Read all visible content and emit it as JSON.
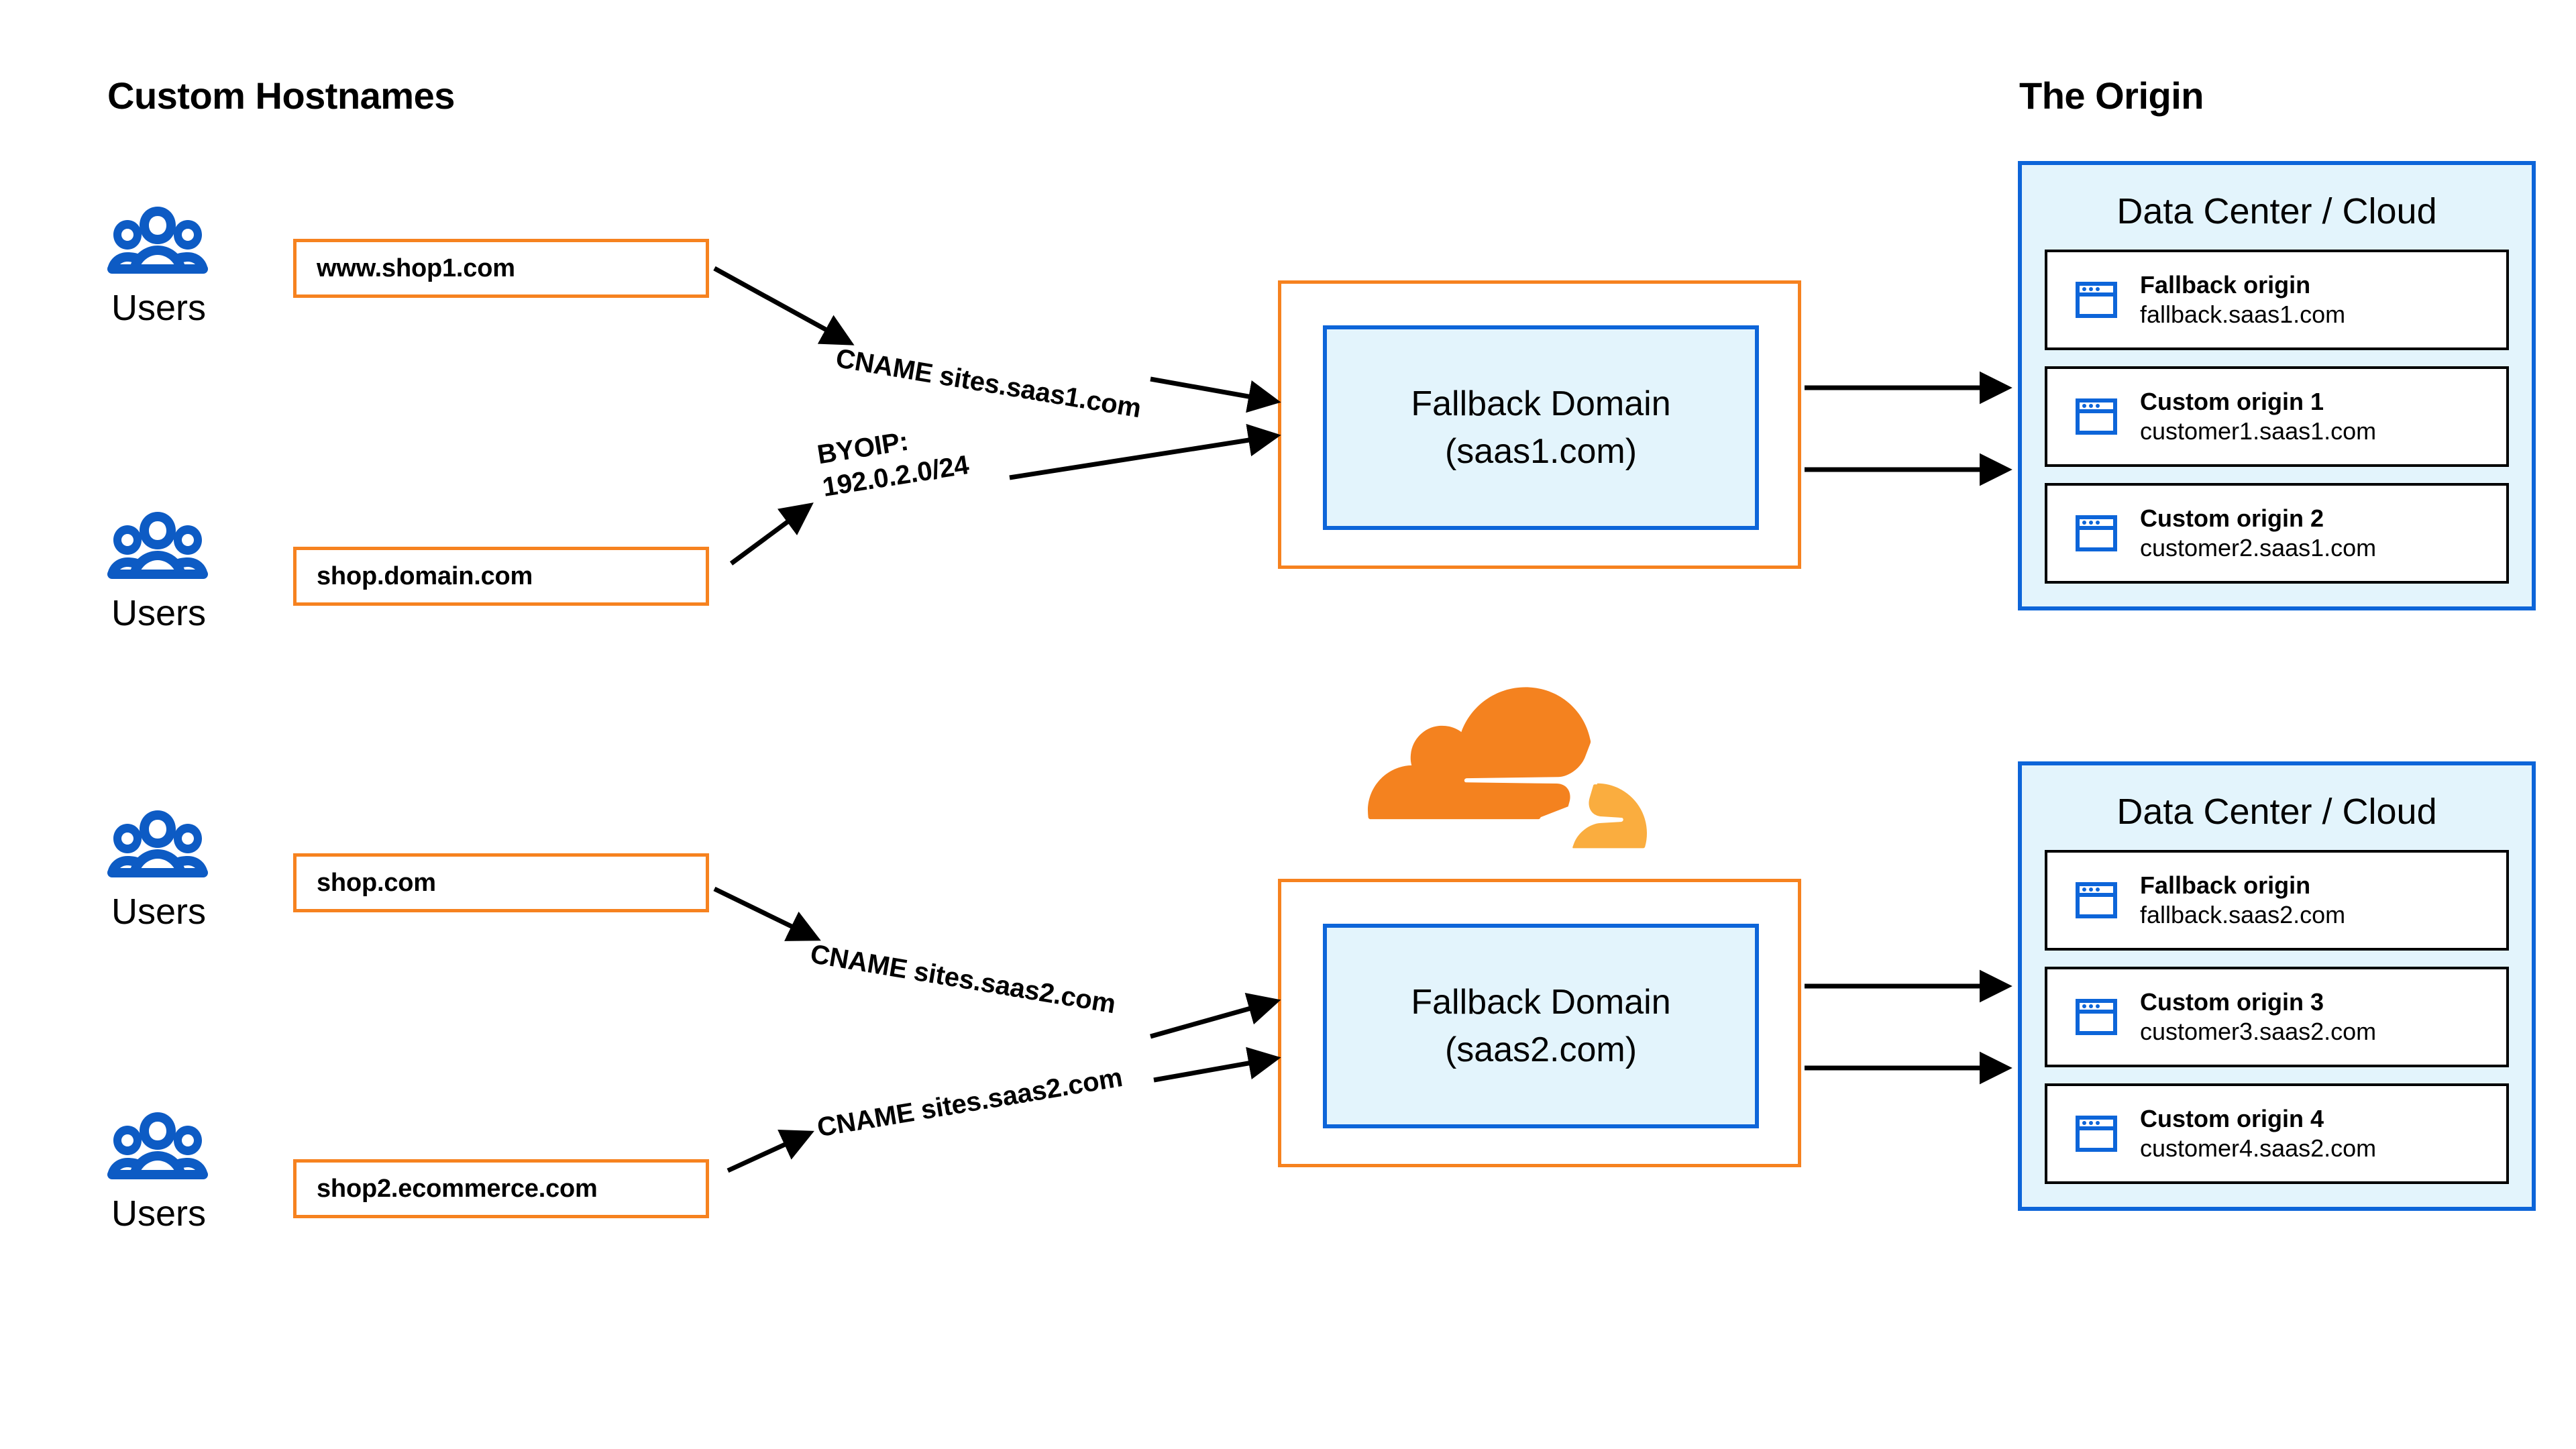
{
  "headings": {
    "left": "Custom Hostnames",
    "right": "The Origin"
  },
  "users_groups": [
    {
      "icon": "users-icon",
      "label": "Users"
    },
    {
      "icon": "users-icon",
      "label": "Users"
    },
    {
      "icon": "users-icon",
      "label": "Users"
    },
    {
      "icon": "users-icon",
      "label": "Users"
    }
  ],
  "hostnames": [
    {
      "value": "www.shop1.com"
    },
    {
      "value": "shop.domain.com"
    },
    {
      "value": "shop.com"
    },
    {
      "value": "shop2.ecommerce.com"
    }
  ],
  "connectors": [
    {
      "label": "CNAME sites.saas1.com",
      "from": "www.shop1.com",
      "to": "saas1.com"
    },
    {
      "label_line1": "BYOIP:",
      "label_line2": "192.0.2.0/24",
      "from": "shop.domain.com",
      "to": "saas1.com"
    },
    {
      "label": "CNAME sites.saas2.com",
      "from": "shop.com",
      "to": "saas2.com"
    },
    {
      "label": "CNAME sites.saas2.com",
      "from": "shop2.ecommerce.com",
      "to": "saas2.com"
    }
  ],
  "fallback_domains": [
    {
      "title": "Fallback Domain",
      "domain": "(saas1.com)"
    },
    {
      "title": "Fallback Domain",
      "domain": "(saas2.com)"
    }
  ],
  "data_centers": [
    {
      "title": "Data Center / Cloud",
      "origins": [
        {
          "icon": "browser-window-icon",
          "name": "Fallback origin",
          "host": "fallback.saas1.com"
        },
        {
          "icon": "browser-window-icon",
          "name": "Custom origin 1",
          "host": "customer1.saas1.com"
        },
        {
          "icon": "browser-window-icon",
          "name": "Custom origin 2",
          "host": "customer2.saas1.com"
        }
      ]
    },
    {
      "title": "Data Center / Cloud",
      "origins": [
        {
          "icon": "browser-window-icon",
          "name": "Fallback origin",
          "host": "fallback.saas2.com"
        },
        {
          "icon": "browser-window-icon",
          "name": "Custom origin 3",
          "host": "customer3.saas2.com"
        },
        {
          "icon": "browser-window-icon",
          "name": "Custom origin 4",
          "host": "customer4.saas2.com"
        }
      ]
    }
  ],
  "logo": {
    "name": "cloudflare-logo",
    "color_dark": "#F4821F",
    "color_light": "#FAAD3F"
  },
  "colors": {
    "orange": "#F6821F",
    "blue": "#0D65D9",
    "light_blue_fill": "#E3F4FC",
    "black": "#000000",
    "white": "#FFFFFF"
  }
}
